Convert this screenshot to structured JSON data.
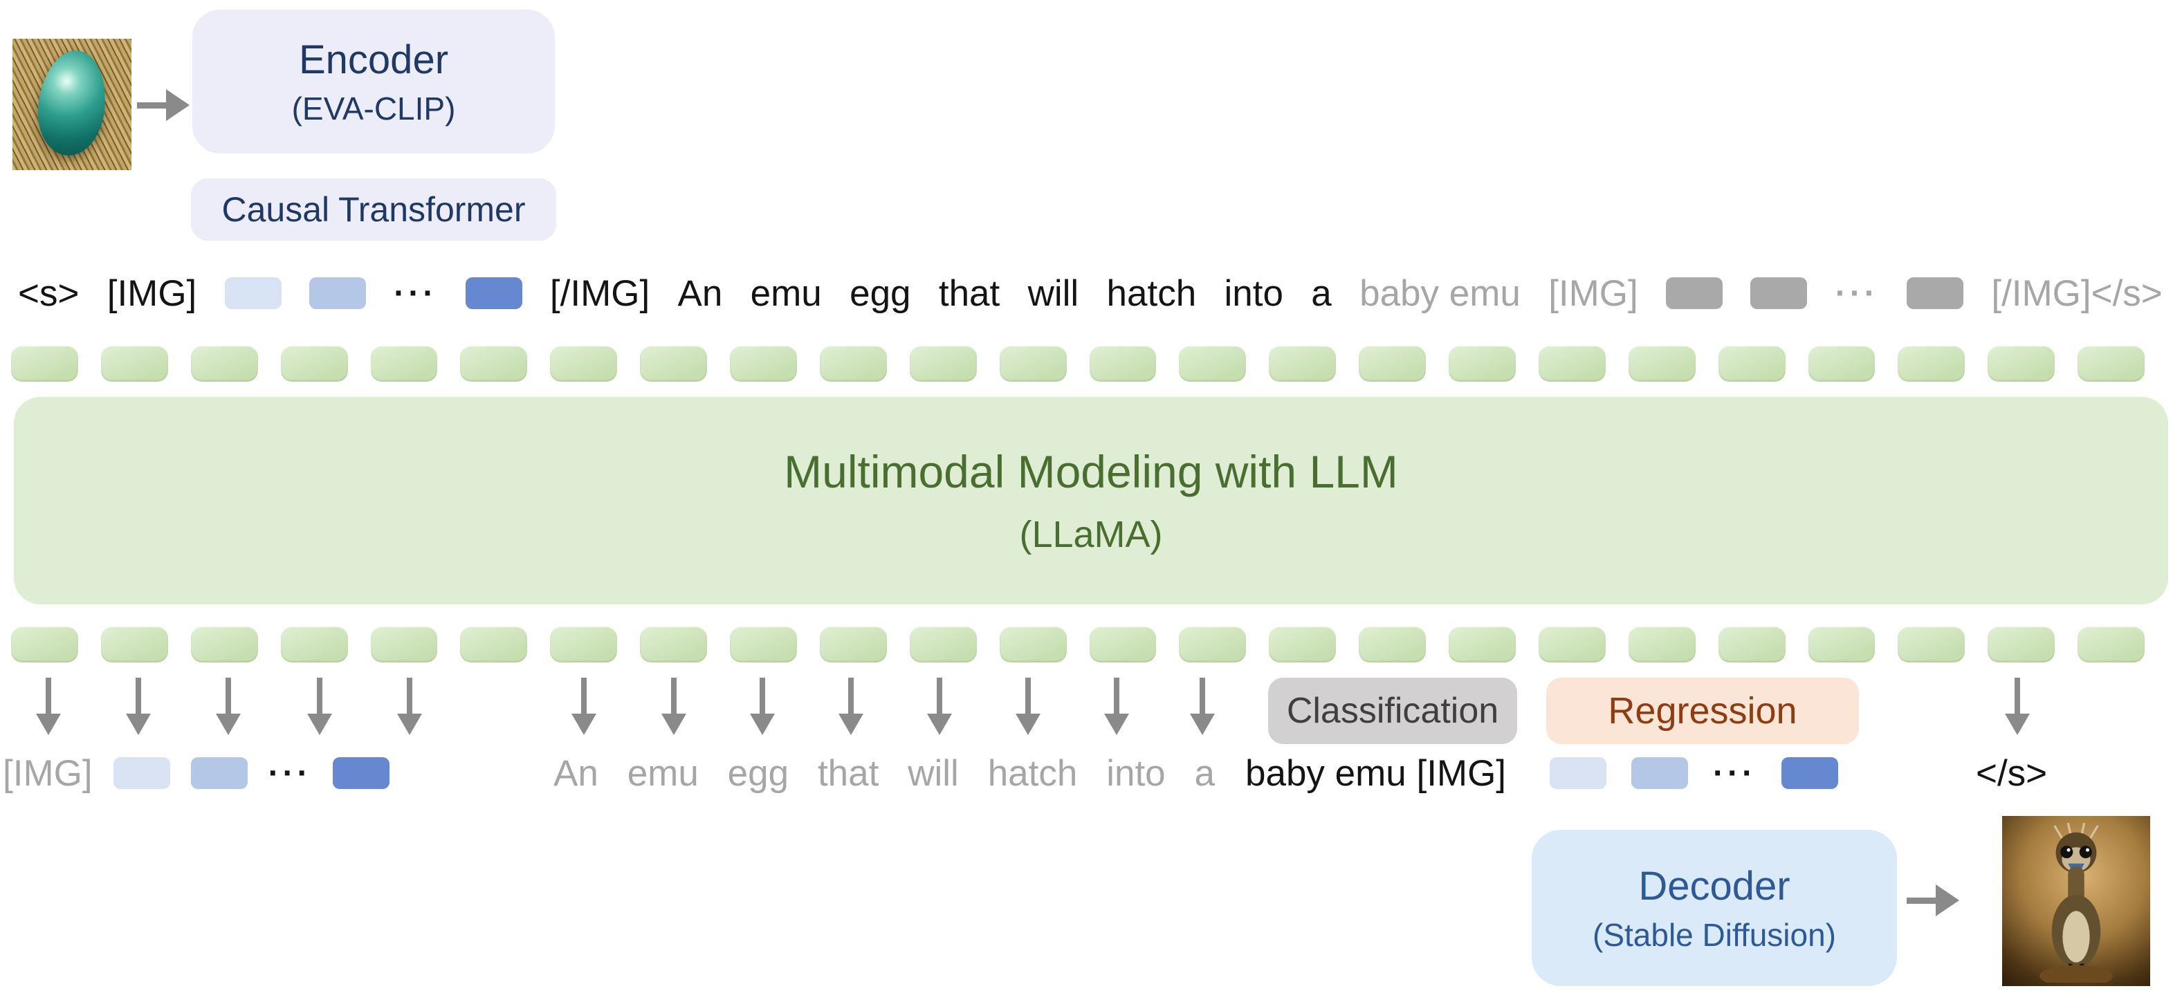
{
  "diagram": {
    "encoder": {
      "title": "Encoder",
      "subtitle": "(EVA-CLIP)"
    },
    "causal_transformer": {
      "label": "Causal Transformer"
    },
    "llm": {
      "title": "Multimodal Modeling with LLM",
      "subtitle": "(LLaMA)"
    },
    "classification": {
      "label": "Classification"
    },
    "regression": {
      "label": "Regression"
    },
    "decoder": {
      "title": "Decoder",
      "subtitle": "(Stable Diffusion)"
    },
    "images": {
      "input_image_alt": "photo of a teal emu egg lying on dry grass",
      "output_image_alt": "generated photo of a baby emu chick standing on a rock"
    }
  },
  "input_row": {
    "tokens": [
      {
        "kind": "text",
        "color": "black",
        "text": "<s>"
      },
      {
        "kind": "text",
        "color": "black",
        "text": "[IMG]"
      },
      {
        "kind": "sq",
        "shade": "light"
      },
      {
        "kind": "sq",
        "shade": "mid"
      },
      {
        "kind": "dots",
        "color": "black",
        "text": "···"
      },
      {
        "kind": "sq",
        "shade": "dark"
      },
      {
        "kind": "text",
        "color": "black",
        "text": "[/IMG]"
      },
      {
        "kind": "text",
        "color": "black",
        "text": "An"
      },
      {
        "kind": "text",
        "color": "black",
        "text": "emu"
      },
      {
        "kind": "text",
        "color": "black",
        "text": "egg"
      },
      {
        "kind": "text",
        "color": "black",
        "text": "that"
      },
      {
        "kind": "text",
        "color": "black",
        "text": "will"
      },
      {
        "kind": "text",
        "color": "black",
        "text": "hatch"
      },
      {
        "kind": "text",
        "color": "black",
        "text": "into"
      },
      {
        "kind": "text",
        "color": "black",
        "text": "a"
      },
      {
        "kind": "text",
        "color": "gray",
        "text": "baby emu"
      },
      {
        "kind": "text",
        "color": "gray",
        "text": "[IMG]"
      },
      {
        "kind": "sq",
        "shade": "gray"
      },
      {
        "kind": "sq",
        "shade": "gray"
      },
      {
        "kind": "dots",
        "color": "gray",
        "text": "···"
      },
      {
        "kind": "sq",
        "shade": "gray"
      },
      {
        "kind": "text",
        "color": "gray",
        "text": "[/IMG]</s>"
      }
    ]
  },
  "output_row": {
    "image_group": [
      {
        "kind": "text",
        "color": "gray",
        "text": "[IMG]"
      },
      {
        "kind": "sq",
        "shade": "light"
      },
      {
        "kind": "sq",
        "shade": "mid"
      },
      {
        "kind": "dots",
        "color": "black",
        "text": "···"
      },
      {
        "kind": "sq",
        "shade": "dark"
      }
    ],
    "context_words": [
      "An",
      "emu",
      "egg",
      "that",
      "will",
      "hatch",
      "into",
      "a"
    ],
    "predicted_text": "baby emu [IMG]",
    "regression_group": [
      {
        "kind": "sq",
        "shade": "light"
      },
      {
        "kind": "sq",
        "shade": "mid"
      },
      {
        "kind": "dots",
        "color": "black",
        "text": "···"
      },
      {
        "kind": "sq",
        "shade": "dark"
      }
    ],
    "end_token": "</s>"
  },
  "embeddings": {
    "tokens_per_row": 24
  },
  "colors": {
    "sq_light": "#dae3f3",
    "sq_mid": "#b4c7e7",
    "sq_dark": "#6588d0",
    "sq_gray": "#a9a9a9",
    "token_gray": "#a6a6a6",
    "token_black": "#141414",
    "pill_a": "#e1efd4",
    "pill_b": "#c6deb0",
    "llm_bg": "#deedd3",
    "llm_text": "#4a6e30",
    "lav_bg": "#ecedf8",
    "navy": "#1f3864",
    "cls_bg": "#d2d0d0",
    "cls_text": "#3f3f3f",
    "reg_bg": "#fbe5d6",
    "reg_text": "#8f3c12",
    "dec_bg": "#daeaf8",
    "dec_text": "#2d5a96",
    "arrow_gray": "#8a8a8a"
  }
}
